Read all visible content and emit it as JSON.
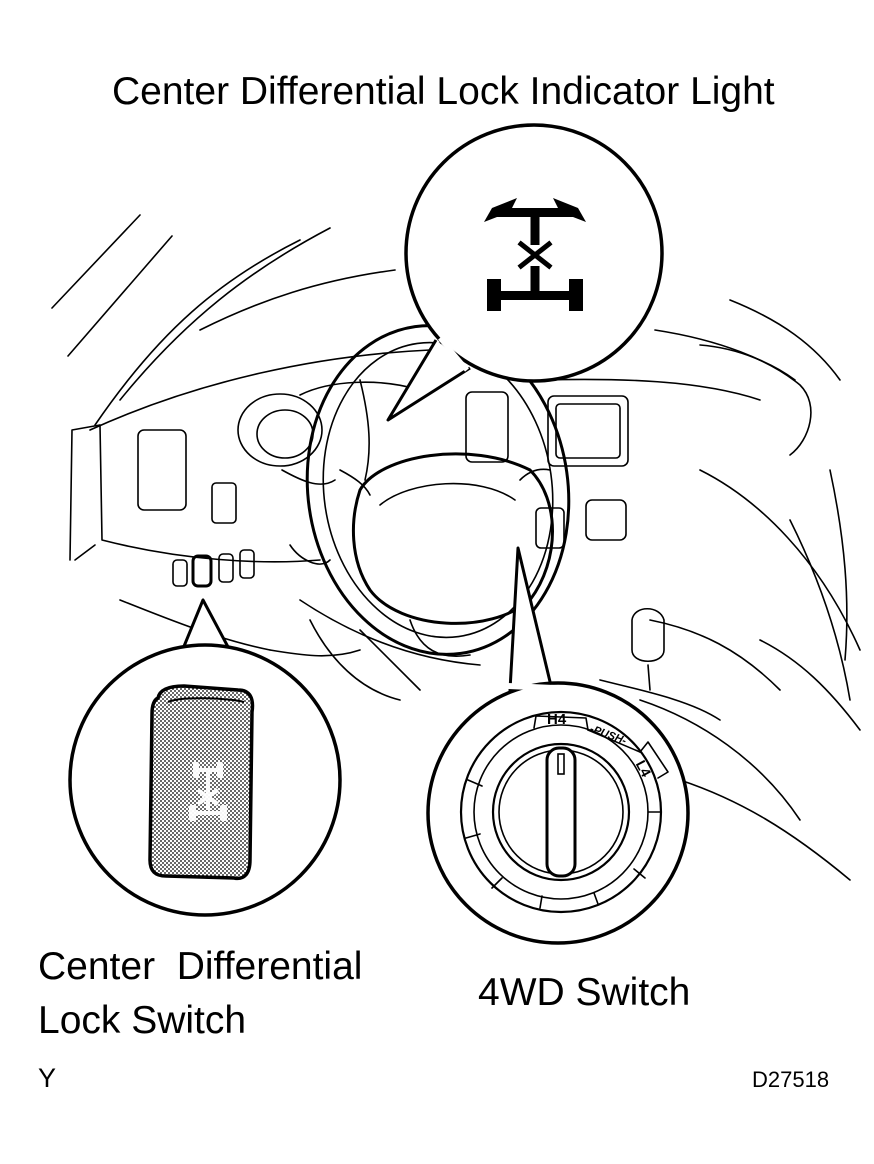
{
  "labels": {
    "indicator_light": "Center Differential Lock Indicator Light",
    "center_diff_lock_switch": "Center  Differential\nLock Switch",
    "fourwd_switch": "4WD Switch",
    "corner_letter": "Y",
    "diagram_code": "D27518"
  },
  "knob_markings": {
    "h4": "H4",
    "push": "-PUSH-",
    "l4": "L4"
  },
  "icons": {
    "indicator": "center-diff-lock-indicator-icon",
    "switch_face": "center-diff-lock-switch-icon",
    "transfer_knob": "4wd-transfer-knob-icon"
  }
}
